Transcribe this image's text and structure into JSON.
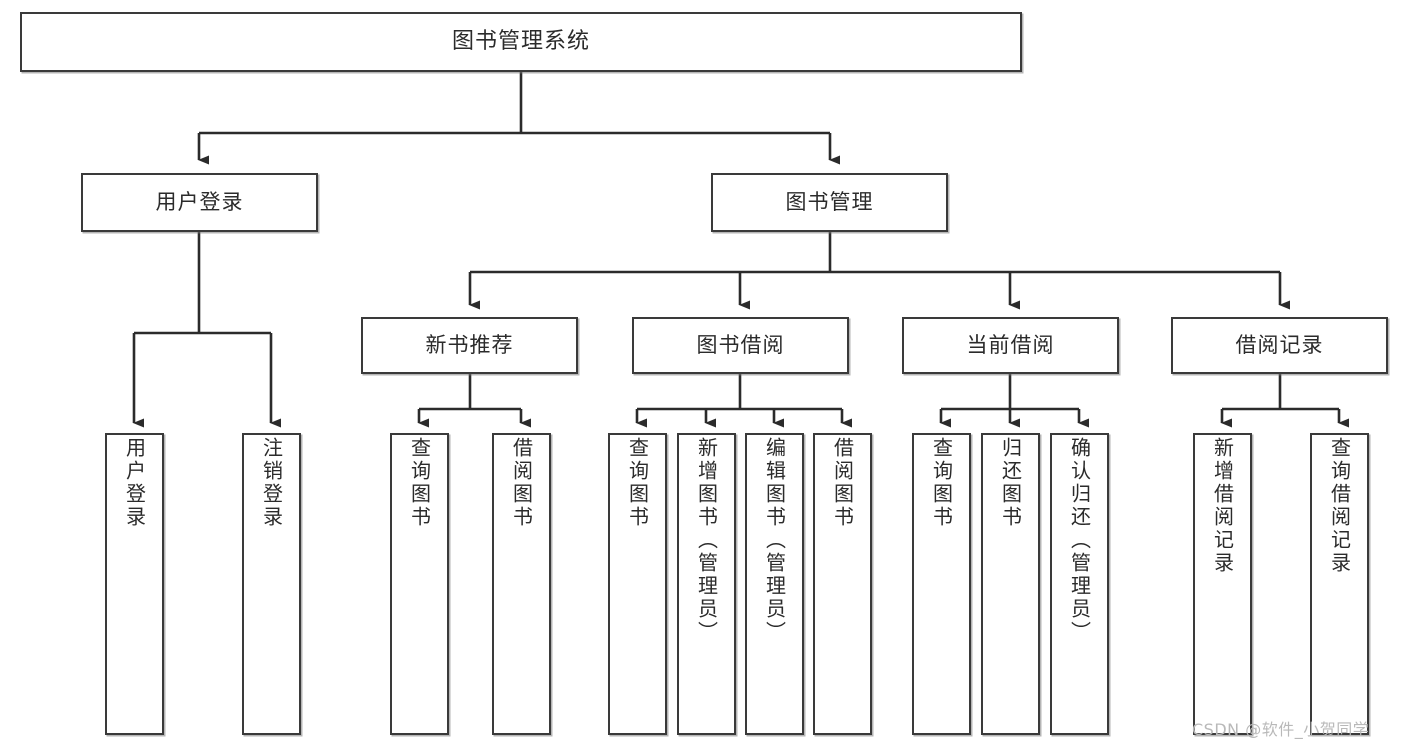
{
  "diagram": {
    "title": "图书管理系统",
    "type": "tree-hierarchy-chart",
    "root": {
      "id": "root",
      "label": "图书管理系统"
    },
    "level2": [
      {
        "id": "user-login",
        "label": "用户登录"
      },
      {
        "id": "book-manage",
        "label": "图书管理"
      }
    ],
    "level3": [
      {
        "id": "new-book-rec",
        "label": "新书推荐",
        "parent": "book-manage"
      },
      {
        "id": "book-borrow",
        "label": "图书借阅",
        "parent": "book-manage"
      },
      {
        "id": "current-borrow",
        "label": "当前借阅",
        "parent": "book-manage"
      },
      {
        "id": "borrow-record",
        "label": "借阅记录",
        "parent": "book-manage"
      }
    ],
    "leaves": [
      {
        "id": "leaf-user-login",
        "label": "用户登录",
        "parent": "user-login"
      },
      {
        "id": "leaf-logout-login",
        "label": "注销登录",
        "parent": "user-login"
      },
      {
        "id": "leaf-query-book-1",
        "label": "查询图书",
        "parent": "new-book-rec"
      },
      {
        "id": "leaf-borrow-book-1",
        "label": "借阅图书",
        "parent": "new-book-rec"
      },
      {
        "id": "leaf-query-book-2",
        "label": "查询图书",
        "parent": "book-borrow"
      },
      {
        "id": "leaf-add-book",
        "label": "新增图书（管理员）",
        "parent": "book-borrow"
      },
      {
        "id": "leaf-edit-book",
        "label": "编辑图书（管理员）",
        "parent": "book-borrow"
      },
      {
        "id": "leaf-borrow-book-2",
        "label": "借阅图书",
        "parent": "book-borrow"
      },
      {
        "id": "leaf-query-book-3",
        "label": "查询图书",
        "parent": "current-borrow"
      },
      {
        "id": "leaf-return-book",
        "label": "归还图书",
        "parent": "current-borrow"
      },
      {
        "id": "leaf-confirm-return",
        "label": "确认归还（管理员）",
        "parent": "current-borrow"
      },
      {
        "id": "leaf-add-record",
        "label": "新增借阅记录",
        "parent": "borrow-record"
      },
      {
        "id": "leaf-query-record",
        "label": "查询借阅记录",
        "parent": "borrow-record"
      }
    ],
    "watermark": "CSDN @软件_小贺同学",
    "colors": {
      "box_border": "#3a3a3a",
      "box_fill": "#ffffff",
      "connector": "#2b2b2b",
      "text": "#2b2b2b",
      "watermark": "#b9b9b9",
      "background": "#ffffff"
    }
  }
}
